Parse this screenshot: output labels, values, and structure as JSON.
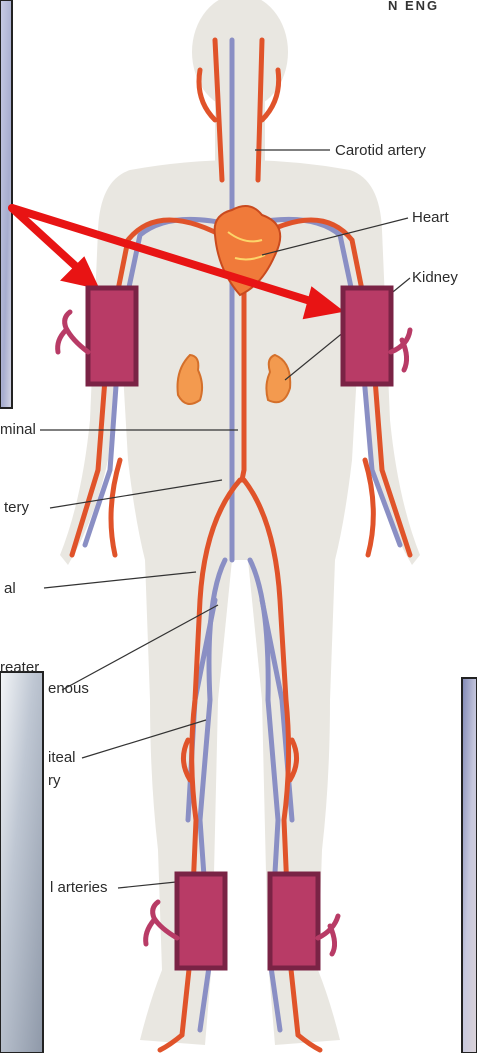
{
  "header": {
    "text": "N ENG"
  },
  "labels": {
    "carotid": "Carotid artery",
    "heart": "Heart",
    "kidney": "Kidney",
    "abdominal": "minal",
    "artery": "tery",
    "femoral": "al",
    "greater_1": "reater",
    "greater_2": "enous",
    "popliteal_1": "iteal",
    "popliteal_2": "ry",
    "tibial": "l arteries"
  },
  "colors": {
    "artery": "#e0532a",
    "vein": "#8a8fc4",
    "body": "#e9e7e1",
    "organ": "#f39a4f",
    "sensor_fill": "#b83b66",
    "sensor_border": "#7a2345",
    "arrow": "#e81414"
  }
}
